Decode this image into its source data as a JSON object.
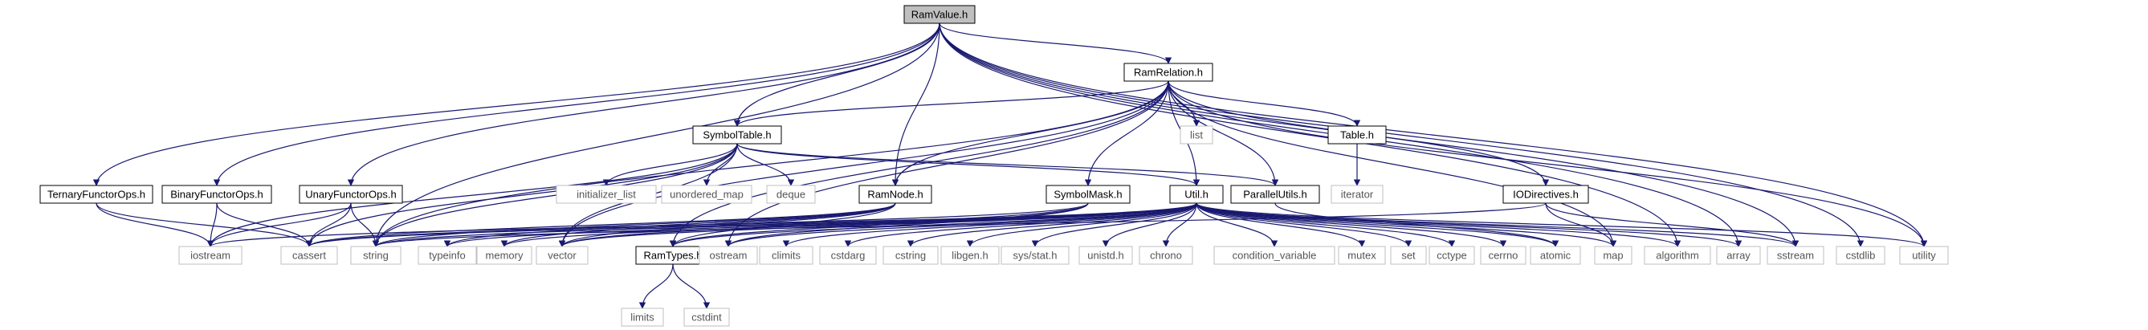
{
  "graph": {
    "title": "",
    "colors": {
      "edge": "#191970",
      "root_fill": "#bfbfbf",
      "header_border": "#000000",
      "external_border": "#bfbfbf",
      "background": "#ffffff"
    },
    "nodes": [
      {
        "id": "RamValue",
        "label": "RamValue.h",
        "kind": "root"
      },
      {
        "id": "RamRelation",
        "label": "RamRelation.h",
        "kind": "header"
      },
      {
        "id": "SymbolTable",
        "label": "SymbolTable.h",
        "kind": "header"
      },
      {
        "id": "TernaryFunctorOps",
        "label": "TernaryFunctorOps.h",
        "kind": "header"
      },
      {
        "id": "BinaryFunctorOps",
        "label": "BinaryFunctorOps.h",
        "kind": "header"
      },
      {
        "id": "UnaryFunctorOps",
        "label": "UnaryFunctorOps.h",
        "kind": "header"
      },
      {
        "id": "RamNode",
        "label": "RamNode.h",
        "kind": "header"
      },
      {
        "id": "SymbolMask",
        "label": "SymbolMask.h",
        "kind": "header"
      },
      {
        "id": "Util",
        "label": "Util.h",
        "kind": "header"
      },
      {
        "id": "ParallelUtils",
        "label": "ParallelUtils.h",
        "kind": "header"
      },
      {
        "id": "Table",
        "label": "Table.h",
        "kind": "header"
      },
      {
        "id": "IODirectives",
        "label": "IODirectives.h",
        "kind": "header"
      },
      {
        "id": "RamTypes",
        "label": "RamTypes.h",
        "kind": "header"
      },
      {
        "id": "list",
        "label": "list",
        "kind": "external"
      },
      {
        "id": "iterator",
        "label": "iterator",
        "kind": "external"
      },
      {
        "id": "initializer_list",
        "label": "initializer_list",
        "kind": "external"
      },
      {
        "id": "unordered_map",
        "label": "unordered_map",
        "kind": "external"
      },
      {
        "id": "deque",
        "label": "deque",
        "kind": "external"
      },
      {
        "id": "iostream",
        "label": "iostream",
        "kind": "external"
      },
      {
        "id": "cassert",
        "label": "cassert",
        "kind": "external"
      },
      {
        "id": "string",
        "label": "string",
        "kind": "external"
      },
      {
        "id": "typeinfo",
        "label": "typeinfo",
        "kind": "external"
      },
      {
        "id": "memory",
        "label": "memory",
        "kind": "external"
      },
      {
        "id": "vector",
        "label": "vector",
        "kind": "external"
      },
      {
        "id": "ostream",
        "label": "ostream",
        "kind": "external"
      },
      {
        "id": "climits",
        "label": "climits",
        "kind": "external"
      },
      {
        "id": "cstdarg",
        "label": "cstdarg",
        "kind": "external"
      },
      {
        "id": "cstring",
        "label": "cstring",
        "kind": "external"
      },
      {
        "id": "libgen",
        "label": "libgen.h",
        "kind": "external"
      },
      {
        "id": "sysstat",
        "label": "sys/stat.h",
        "kind": "external"
      },
      {
        "id": "unistd",
        "label": "unistd.h",
        "kind": "external"
      },
      {
        "id": "chrono",
        "label": "chrono",
        "kind": "external"
      },
      {
        "id": "condition_variable",
        "label": "condition_variable",
        "kind": "external"
      },
      {
        "id": "mutex",
        "label": "mutex",
        "kind": "external"
      },
      {
        "id": "set",
        "label": "set",
        "kind": "external"
      },
      {
        "id": "cctype",
        "label": "cctype",
        "kind": "external"
      },
      {
        "id": "cerrno",
        "label": "cerrno",
        "kind": "external"
      },
      {
        "id": "atomic",
        "label": "atomic",
        "kind": "external"
      },
      {
        "id": "map",
        "label": "map",
        "kind": "external"
      },
      {
        "id": "algorithm",
        "label": "algorithm",
        "kind": "external"
      },
      {
        "id": "array",
        "label": "array",
        "kind": "external"
      },
      {
        "id": "sstream",
        "label": "sstream",
        "kind": "external"
      },
      {
        "id": "cstdlib",
        "label": "cstdlib",
        "kind": "external"
      },
      {
        "id": "utility",
        "label": "utility",
        "kind": "external"
      },
      {
        "id": "limits",
        "label": "limits",
        "kind": "external"
      },
      {
        "id": "cstdint",
        "label": "cstdint",
        "kind": "external"
      }
    ],
    "edges": [
      [
        "RamValue",
        "RamRelation"
      ],
      [
        "RamValue",
        "SymbolTable"
      ],
      [
        "RamValue",
        "TernaryFunctorOps"
      ],
      [
        "RamValue",
        "BinaryFunctorOps"
      ],
      [
        "RamValue",
        "UnaryFunctorOps"
      ],
      [
        "RamValue",
        "RamNode"
      ],
      [
        "RamValue",
        "string"
      ],
      [
        "RamValue",
        "algorithm"
      ],
      [
        "RamValue",
        "array"
      ],
      [
        "RamValue",
        "sstream"
      ],
      [
        "RamValue",
        "cstdlib"
      ],
      [
        "RamValue",
        "utility"
      ],
      [
        "RamRelation",
        "SymbolTable"
      ],
      [
        "RamRelation",
        "RamNode"
      ],
      [
        "RamRelation",
        "list"
      ],
      [
        "RamRelation",
        "Table"
      ],
      [
        "RamRelation",
        "SymbolMask"
      ],
      [
        "RamRelation",
        "Util"
      ],
      [
        "RamRelation",
        "ParallelUtils"
      ],
      [
        "RamRelation",
        "IODirectives"
      ],
      [
        "RamRelation",
        "map"
      ],
      [
        "RamRelation",
        "utility"
      ],
      [
        "RamRelation",
        "string"
      ],
      [
        "RamRelation",
        "vector"
      ],
      [
        "RamRelation",
        "RamTypes"
      ],
      [
        "RamRelation",
        "ostream"
      ],
      [
        "SymbolTable",
        "iostream"
      ],
      [
        "SymbolTable",
        "cassert"
      ],
      [
        "SymbolTable",
        "initializer_list"
      ],
      [
        "SymbolTable",
        "unordered_map"
      ],
      [
        "SymbolTable",
        "deque"
      ],
      [
        "SymbolTable",
        "Util"
      ],
      [
        "SymbolTable",
        "ParallelUtils"
      ],
      [
        "SymbolTable",
        "string"
      ],
      [
        "SymbolTable",
        "vector"
      ],
      [
        "TernaryFunctorOps",
        "iostream"
      ],
      [
        "TernaryFunctorOps",
        "cassert"
      ],
      [
        "BinaryFunctorOps",
        "iostream"
      ],
      [
        "BinaryFunctorOps",
        "cassert"
      ],
      [
        "UnaryFunctorOps",
        "iostream"
      ],
      [
        "UnaryFunctorOps",
        "cassert"
      ],
      [
        "UnaryFunctorOps",
        "string"
      ],
      [
        "Table",
        "iterator"
      ],
      [
        "RamNode",
        "cassert"
      ],
      [
        "RamNode",
        "string"
      ],
      [
        "RamNode",
        "typeinfo"
      ],
      [
        "RamNode",
        "memory"
      ],
      [
        "RamNode",
        "vector"
      ],
      [
        "RamNode",
        "RamTypes"
      ],
      [
        "SymbolMask",
        "cassert"
      ],
      [
        "SymbolMask",
        "vector"
      ],
      [
        "SymbolMask",
        "ostream"
      ],
      [
        "SymbolMask",
        "RamTypes"
      ],
      [
        "Util",
        "RamTypes"
      ],
      [
        "Util",
        "cassert"
      ],
      [
        "Util",
        "string"
      ],
      [
        "Util",
        "memory"
      ],
      [
        "Util",
        "vector"
      ],
      [
        "Util",
        "ostream"
      ],
      [
        "Util",
        "climits"
      ],
      [
        "Util",
        "cstdarg"
      ],
      [
        "Util",
        "cstring"
      ],
      [
        "Util",
        "libgen"
      ],
      [
        "Util",
        "sysstat"
      ],
      [
        "Util",
        "unistd"
      ],
      [
        "Util",
        "chrono"
      ],
      [
        "Util",
        "condition_variable"
      ],
      [
        "Util",
        "mutex"
      ],
      [
        "Util",
        "set"
      ],
      [
        "Util",
        "cctype"
      ],
      [
        "Util",
        "cerrno"
      ],
      [
        "Util",
        "atomic"
      ],
      [
        "Util",
        "map"
      ],
      [
        "Util",
        "algorithm"
      ],
      [
        "Util",
        "array"
      ],
      [
        "Util",
        "sstream"
      ],
      [
        "Util",
        "utility"
      ],
      [
        "Util",
        "iostream"
      ],
      [
        "Util",
        "typeinfo"
      ],
      [
        "ParallelUtils",
        "atomic"
      ],
      [
        "IODirectives",
        "map"
      ],
      [
        "IODirectives",
        "string"
      ],
      [
        "IODirectives",
        "sstream"
      ],
      [
        "RamTypes",
        "limits"
      ],
      [
        "RamTypes",
        "cstdint"
      ]
    ]
  }
}
